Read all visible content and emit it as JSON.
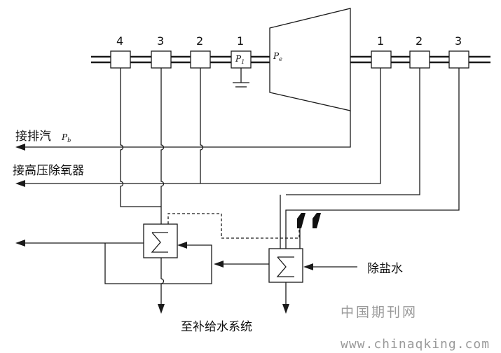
{
  "extractions_left": [
    "4",
    "3",
    "2",
    "1"
  ],
  "extractions_right": [
    "1",
    "2",
    "3"
  ],
  "pressure_labels": {
    "p1": "P",
    "p1_sub": "1",
    "pe": "P",
    "pe_sub": "e",
    "pb": "P",
    "pb_sub": "b"
  },
  "outlets": {
    "exhaust": "接排汽",
    "deaerator": "接高压除氧器",
    "demineralized_water": "除盐水",
    "makeup_system": "至补给水系统"
  },
  "watermark": {
    "cn": "中国期刊网",
    "url": "www.chinaqking.com"
  }
}
